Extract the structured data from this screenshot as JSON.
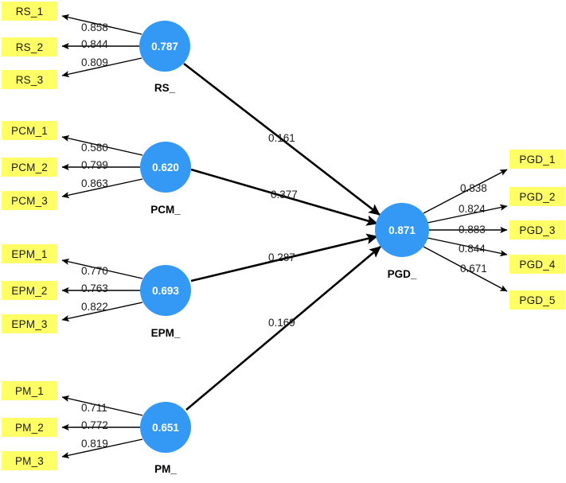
{
  "diagram": {
    "type": "sem-path-diagram",
    "title": "",
    "colors": {
      "indicator_fill": "#ffff66",
      "latent_fill": "#3399f5",
      "latent_text": "#ffffff",
      "edge": "#000000",
      "background": "#ffffff"
    },
    "latents": [
      {
        "id": "RS",
        "label": "RS_",
        "value": "0.787"
      },
      {
        "id": "PCM",
        "label": "PCM_",
        "value": "0.620"
      },
      {
        "id": "EPM",
        "label": "EPM_",
        "value": "0.693"
      },
      {
        "id": "PM",
        "label": "PM_",
        "value": "0.651"
      },
      {
        "id": "PGD",
        "label": "PGD_",
        "value": "0.871"
      }
    ],
    "indicators": [
      {
        "id": "RS_1",
        "label": "RS_1",
        "loading": "0.858",
        "parent": "RS"
      },
      {
        "id": "RS_2",
        "label": "RS_2",
        "loading": "0.844",
        "parent": "RS"
      },
      {
        "id": "RS_3",
        "label": "RS_3",
        "loading": "0.809",
        "parent": "RS"
      },
      {
        "id": "PCM_1",
        "label": "PCM_1",
        "loading": "0.580",
        "parent": "PCM"
      },
      {
        "id": "PCM_2",
        "label": "PCM_2",
        "loading": "0.799",
        "parent": "PCM"
      },
      {
        "id": "PCM_3",
        "label": "PCM_3",
        "loading": "0.863",
        "parent": "PCM"
      },
      {
        "id": "EPM_1",
        "label": "EPM_1",
        "loading": "0.770",
        "parent": "EPM"
      },
      {
        "id": "EPM_2",
        "label": "EPM_2",
        "loading": "0.763",
        "parent": "EPM"
      },
      {
        "id": "EPM_3",
        "label": "EPM_3",
        "loading": "0.822",
        "parent": "EPM"
      },
      {
        "id": "PM_1",
        "label": "PM_1",
        "loading": "0.711",
        "parent": "PM"
      },
      {
        "id": "PM_2",
        "label": "PM_2",
        "loading": "0.772",
        "parent": "PM"
      },
      {
        "id": "PM_3",
        "label": "PM_3",
        "loading": "0.819",
        "parent": "PM"
      },
      {
        "id": "PGD_1",
        "label": "PGD_1",
        "loading": "0.838",
        "parent": "PGD"
      },
      {
        "id": "PGD_2",
        "label": "PGD_2",
        "loading": "0.824",
        "parent": "PGD"
      },
      {
        "id": "PGD_3",
        "label": "PGD_3",
        "loading": "0.883",
        "parent": "PGD"
      },
      {
        "id": "PGD_4",
        "label": "PGD_4",
        "loading": "0.844",
        "parent": "PGD"
      },
      {
        "id": "PGD_5",
        "label": "PGD_5",
        "loading": "0.671",
        "parent": "PGD"
      }
    ],
    "structural_paths": [
      {
        "from": "RS",
        "to": "PGD",
        "coefficient": "0.161"
      },
      {
        "from": "PCM",
        "to": "PGD",
        "coefficient": "0.377"
      },
      {
        "from": "EPM",
        "to": "PGD",
        "coefficient": "0.287"
      },
      {
        "from": "PM",
        "to": "PGD",
        "coefficient": "0.169"
      }
    ]
  }
}
